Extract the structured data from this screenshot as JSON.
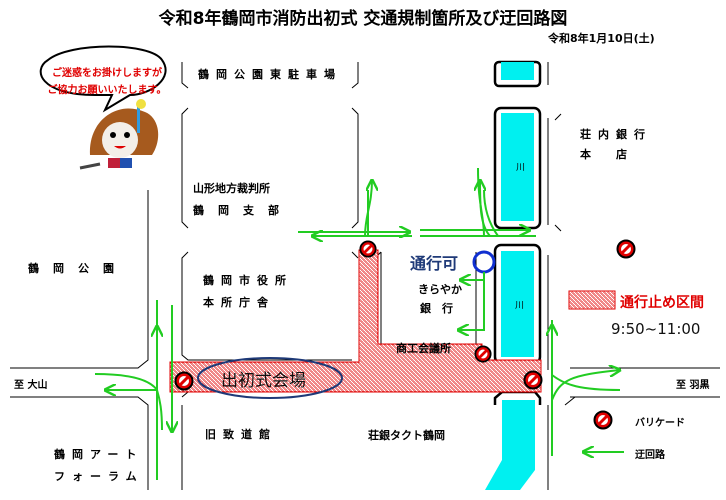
{
  "header": {
    "title": "令和8年鶴岡市消防出初式 交通規制箇所及び迂回路図",
    "date": "令和8年1月10日(土)"
  },
  "mascot": {
    "speech_line1": "ご迷惑をお掛けしますが",
    "speech_line2": "ご協力お願いいたします。"
  },
  "places": {
    "park_parking": "鶴岡公園東駐車場",
    "court_line1": "山形地方裁判所",
    "court_line2": "鶴岡支部",
    "bank_hq_line1": "荘内銀行",
    "bank_hq_line2": "本　店",
    "park": "鶴岡公園",
    "city_hall_line1": "鶴岡市役所",
    "city_hall_line2": "本所庁舎",
    "kirayaka_line1": "きらやか",
    "kirayaka_line2": "銀　行",
    "chamber": "商工会議所",
    "chido": "旧致道館",
    "art_forum_line1": "鶴岡アート",
    "art_forum_line2": "フォーラム",
    "tact": "荘銀タクト鶴岡",
    "river1": "川",
    "river2": "川"
  },
  "directions": {
    "west": "至 大山",
    "east": "至 羽黒"
  },
  "annotations": {
    "passable": "通行可",
    "venue": "出初式会場"
  },
  "legend": {
    "closed_section": "通行止め区間",
    "closed_time": "9:50~11:00",
    "barricade": "バリケード",
    "detour": "迂回路"
  },
  "colors": {
    "river": "#00f0f0",
    "detour": "#22cc22",
    "closed": "#e00000",
    "passable": "#1030d0",
    "venue_ellipse": "#1f3a78"
  }
}
